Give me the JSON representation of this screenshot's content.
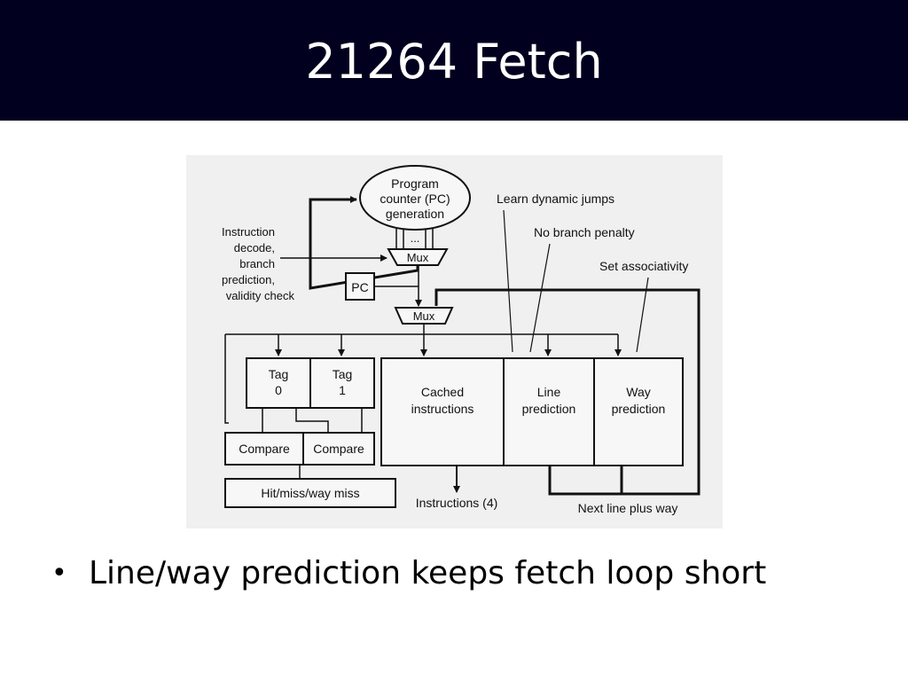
{
  "slide": {
    "title": "21264 Fetch",
    "bullets": [
      {
        "marker": "•",
        "text": "Line/way prediction keeps fetch loop short"
      }
    ]
  },
  "diagram": {
    "pc_gen_line1": "Program",
    "pc_gen_line2": "counter (PC)",
    "pc_gen_line3": "generation",
    "ellipsis": "...",
    "mux_top": "Mux",
    "mux_bottom": "Mux",
    "pc_register": "PC",
    "decode_line1": "Instruction",
    "decode_line2": "decode,",
    "decode_line3": "branch",
    "decode_line4": "prediction,",
    "decode_line5": "validity check",
    "learn_dynamic_jumps": "Learn dynamic jumps",
    "no_branch_penalty": "No branch penalty",
    "set_associativity": "Set associativity",
    "tag0_line1": "Tag",
    "tag0_line2": "0",
    "tag1_line1": "Tag",
    "tag1_line2": "1",
    "cached_line1": "Cached",
    "cached_line2": "instructions",
    "line_pred_line1": "Line",
    "line_pred_line2": "prediction",
    "way_pred_line1": "Way",
    "way_pred_line2": "prediction",
    "compare0": "Compare",
    "compare1": "Compare",
    "hit_miss": "Hit/miss/way miss",
    "instructions_out": "Instructions (4)",
    "next_line_plus_way": "Next line plus way"
  }
}
